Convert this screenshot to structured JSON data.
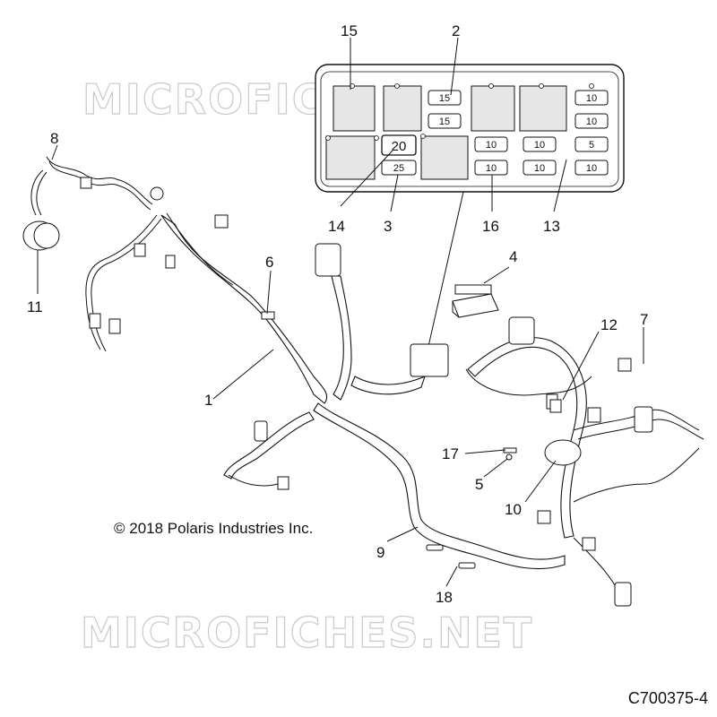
{
  "watermark": "MICROFICHES.NET",
  "copyright": "© 2018 Polaris Industries Inc.",
  "figure_id": "C700375-4",
  "callouts": {
    "c1": "1",
    "c2": "2",
    "c3": "3",
    "c4": "4",
    "c5": "5",
    "c6": "6",
    "c7": "7",
    "c8": "8",
    "c9": "9",
    "c10": "10",
    "c11": "11",
    "c12": "12",
    "c13": "13",
    "c14": "14",
    "c15": "15",
    "c16": "16",
    "c17": "17",
    "c18": "18"
  },
  "fuse_box": {
    "fuses": {
      "f2a": "15",
      "f2b": "15",
      "f14": "20",
      "f3": "25",
      "f16a": "10",
      "f16b": "10",
      "f16c": "10",
      "f16d": "10",
      "f13a": "10",
      "f13b": "10",
      "f13c": "5",
      "f13d": "10"
    }
  }
}
